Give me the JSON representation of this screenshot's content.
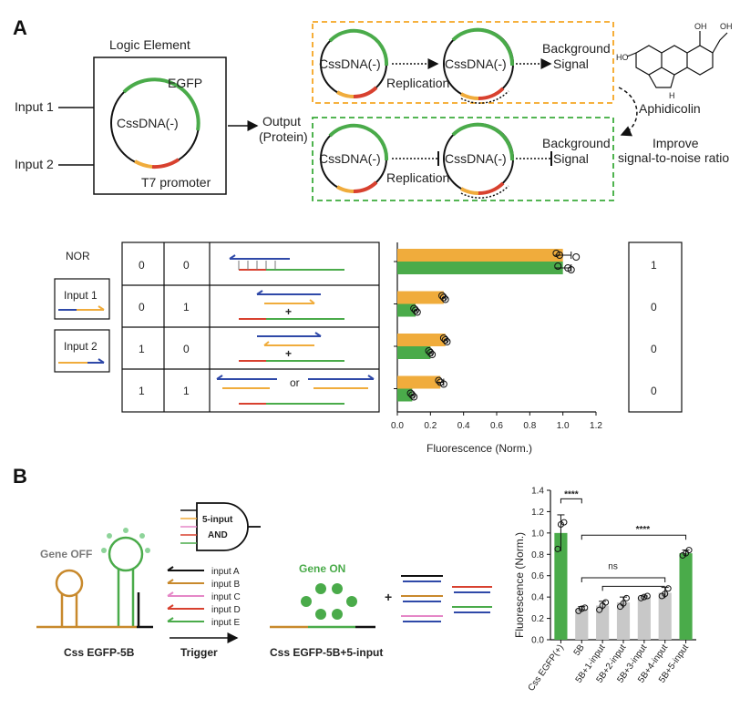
{
  "panels": {
    "a": "A",
    "b": "B"
  },
  "colors": {
    "green": "#4aab4a",
    "orange": "#f0ac3c",
    "red": "#d8412f",
    "blue": "#2f49a8",
    "pink": "#e587c7",
    "gray": "#c8c8c8",
    "dashed_orange": "#f5a623",
    "dashed_green": "#3bab3b"
  },
  "a_top": {
    "logic_title": "Logic Element",
    "input1": "Input 1",
    "input2": "Input 2",
    "egfp": "EGFP",
    "cssdna": "CssDNA(-)",
    "t7": "T7 promoter",
    "output_line1": "Output",
    "output_line2": "(Protein)",
    "replication": "Replication",
    "background_line1": "Background",
    "background_line2": "Signal",
    "aphidicolin": "Aphidicolin",
    "improve_line1": "Improve",
    "improve_line2": "signal-to-noise ratio"
  },
  "truth_table": {
    "gate": "NOR",
    "legend": [
      "Input 1",
      "Input 2"
    ],
    "rows": [
      {
        "a": "0",
        "b": "0",
        "out": "1"
      },
      {
        "a": "0",
        "b": "1",
        "out": "0"
      },
      {
        "a": "1",
        "b": "0",
        "out": "0"
      },
      {
        "a": "1",
        "b": "1",
        "out": "0"
      }
    ],
    "plus": "+",
    "or": "or"
  },
  "b_diagram": {
    "gene_off": "Gene OFF",
    "gate_label_line1": "5-input",
    "gate_label_line2": "AND",
    "inputs": [
      "input A",
      "input B",
      "input C",
      "input D",
      "input E"
    ],
    "trigger": "Trigger",
    "gene_on": "Gene ON",
    "css_left": "Css EGFP-5B",
    "css_right": "Css EGFP-5B+5-input",
    "plus": "+"
  },
  "chart_data": [
    {
      "type": "bar",
      "orientation": "horizontal",
      "categories": [
        "00",
        "01",
        "10",
        "11"
      ],
      "series": [
        {
          "color": "#f0ac3c",
          "values": [
            1.0,
            0.28,
            0.29,
            0.26
          ],
          "errors": [
            0.05,
            0.01,
            0.01,
            0.02
          ],
          "points": [
            [
              0.96,
              0.98,
              1.08
            ],
            [
              0.27,
              0.28,
              0.29
            ],
            [
              0.28,
              0.29,
              0.3
            ],
            [
              0.25,
              0.26,
              0.28
            ]
          ]
        },
        {
          "color": "#4aab4a",
          "values": [
            1.0,
            0.11,
            0.2,
            0.09
          ],
          "errors": [
            0.05,
            0.01,
            0.01,
            0.01
          ],
          "points": [
            [
              0.97,
              1.03,
              1.05
            ],
            [
              0.1,
              0.11,
              0.12
            ],
            [
              0.19,
              0.2,
              0.21
            ],
            [
              0.08,
              0.09,
              0.1
            ]
          ]
        }
      ],
      "xlabel": "Fluorescence (Norm.)",
      "xlim": [
        0,
        1.2
      ],
      "xticks": [
        "0.0",
        "0.2",
        "0.4",
        "0.6",
        "0.8",
        "1.0",
        "1.2"
      ]
    },
    {
      "type": "bar",
      "categories": [
        "Css EGFP(+)",
        "5B",
        "5B+1-input",
        "5B+2-input",
        "5B+3-input",
        "5B+4-input",
        "5B+5-input"
      ],
      "values": [
        1.0,
        0.29,
        0.32,
        0.35,
        0.4,
        0.44,
        0.81
      ],
      "errors": [
        0.17,
        0.02,
        0.04,
        0.05,
        0.01,
        0.05,
        0.03
      ],
      "points": [
        [
          0.85,
          1.08,
          1.1
        ],
        [
          0.27,
          0.29,
          0.3
        ],
        [
          0.28,
          0.32,
          0.35
        ],
        [
          0.31,
          0.34,
          0.39
        ],
        [
          0.39,
          0.4,
          0.41
        ],
        [
          0.41,
          0.43,
          0.48
        ],
        [
          0.79,
          0.81,
          0.84
        ]
      ],
      "bar_colors": [
        "#4aab4a",
        "#c8c8c8",
        "#c8c8c8",
        "#c8c8c8",
        "#c8c8c8",
        "#c8c8c8",
        "#4aab4a"
      ],
      "ylabel": "Fluorescence (Norm.)",
      "ylim": [
        0,
        1.4
      ],
      "yticks": [
        "0.0",
        "0.2",
        "0.4",
        "0.6",
        "0.8",
        "1.0",
        "1.2",
        "1.4"
      ],
      "annotations": [
        "****",
        "****",
        "ns"
      ]
    }
  ]
}
